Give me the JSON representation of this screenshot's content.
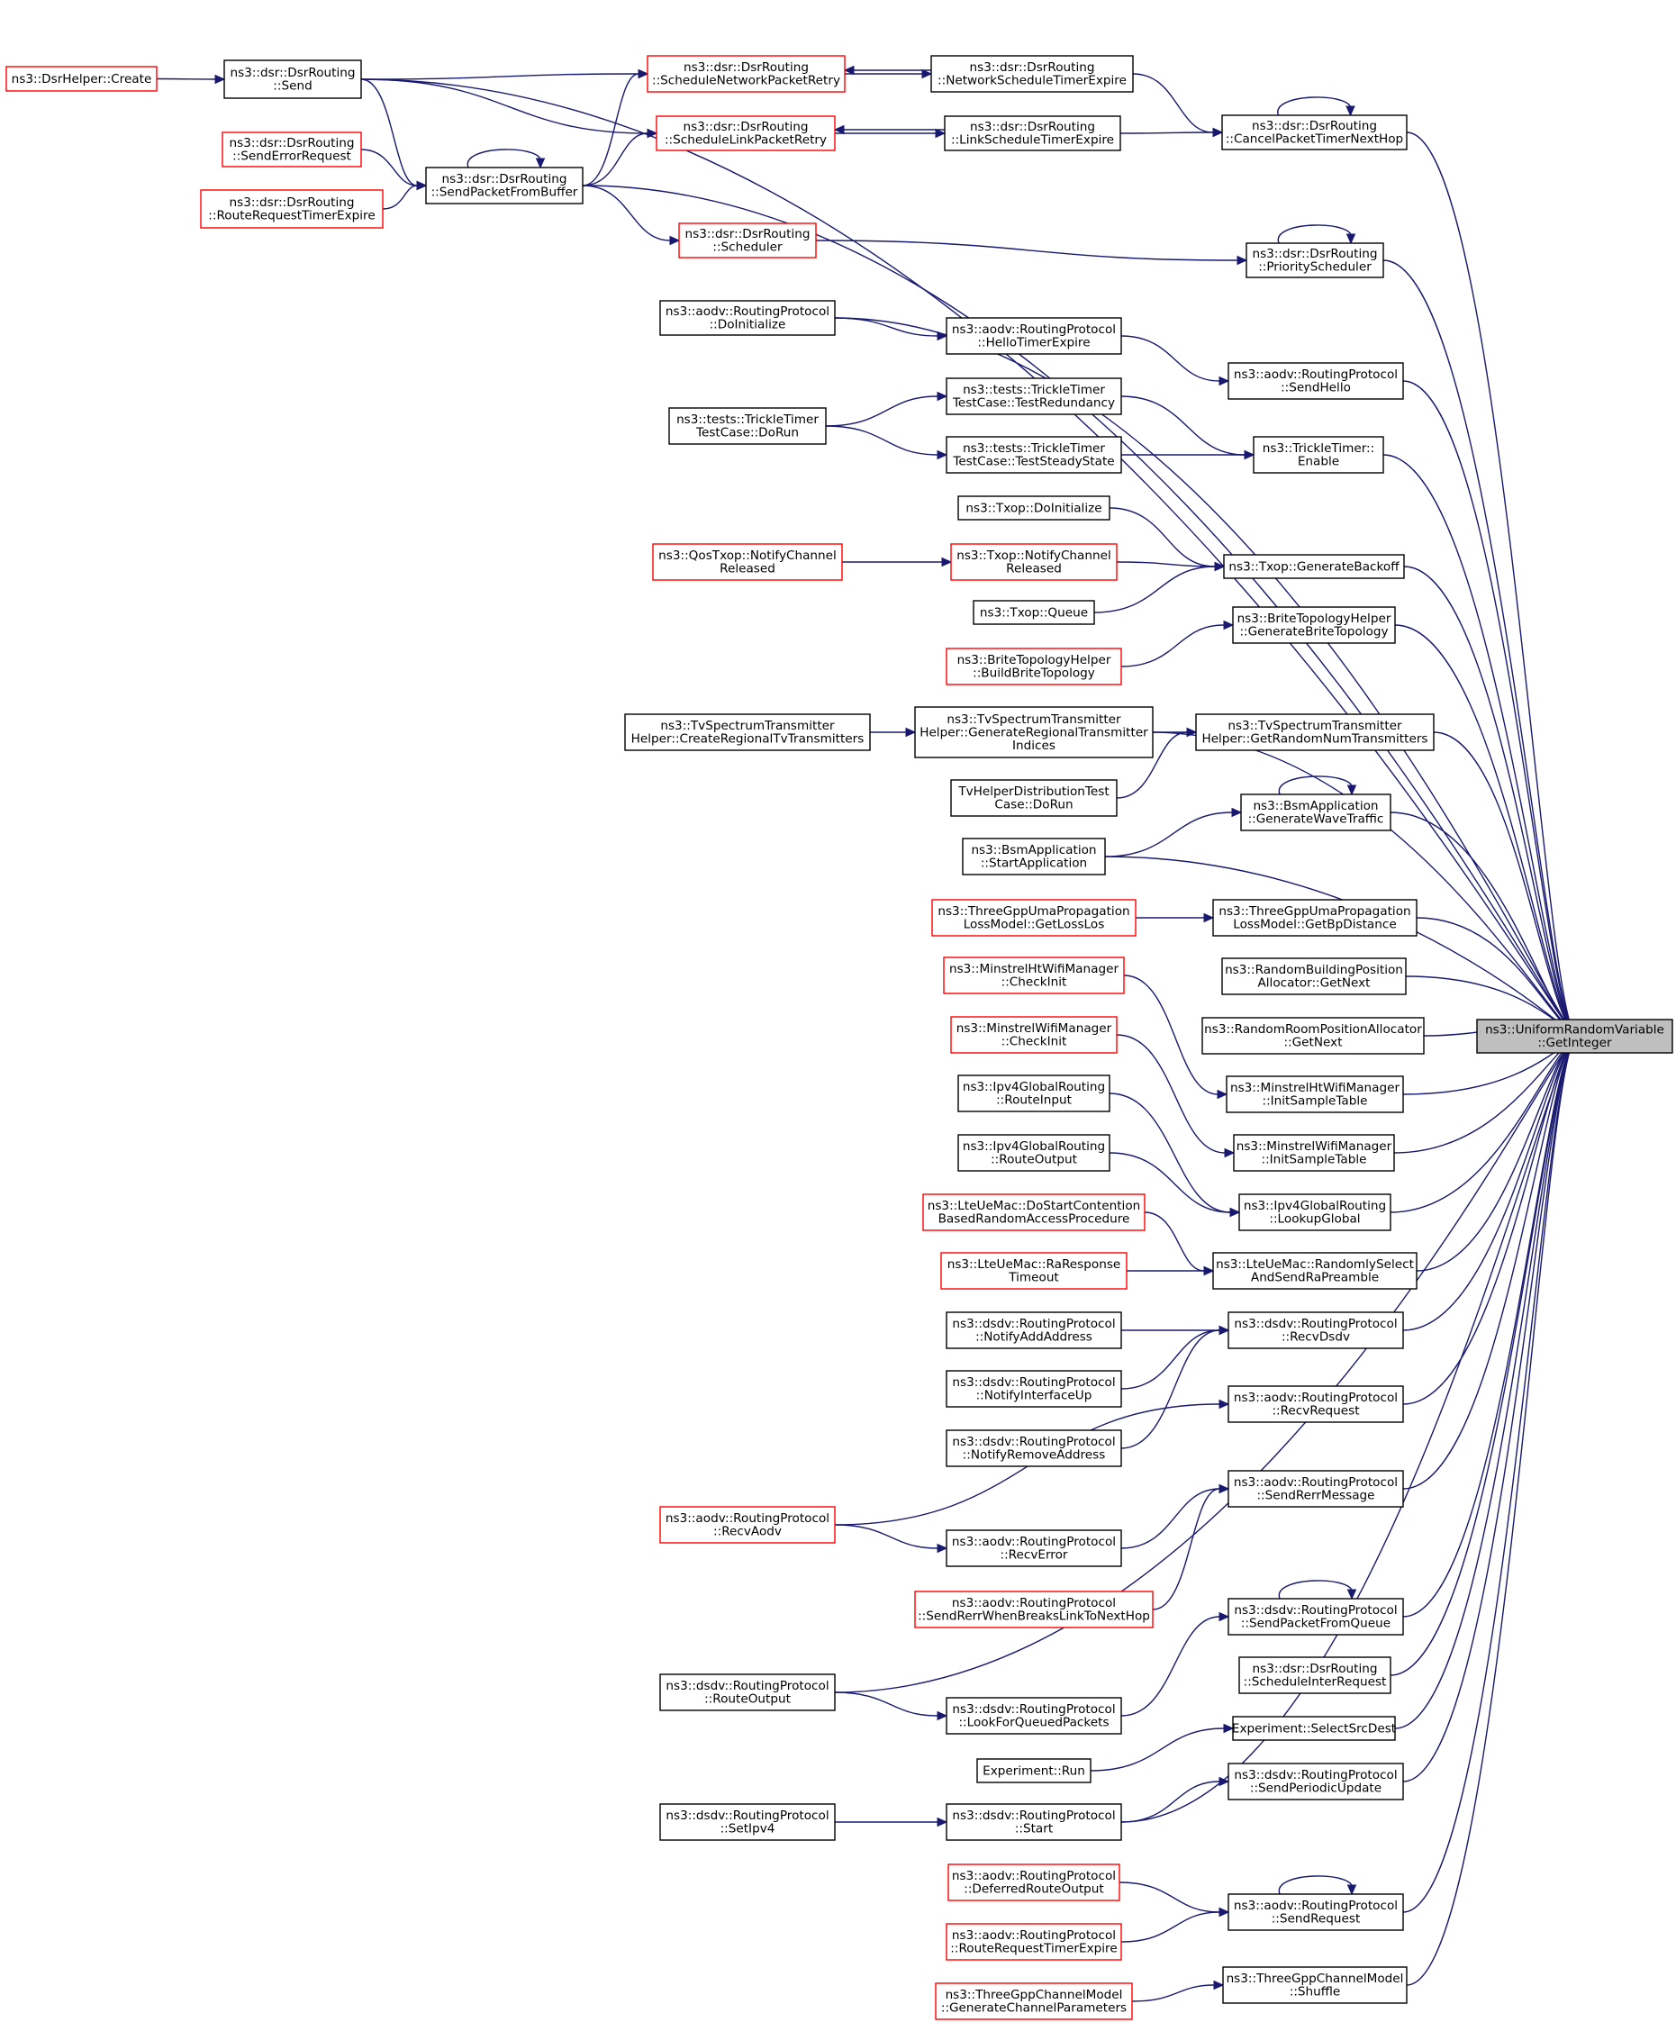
{
  "graph": {
    "title": "",
    "nodes": {
      "target": {
        "lines": [
          "ns3::UniformRandomVariable",
          "::GetInteger"
        ],
        "color": "black",
        "highlight": true
      },
      "dsrhelper_create": {
        "lines": [
          "ns3::DsrHelper::Create"
        ],
        "color": "red"
      },
      "dsr_send": {
        "lines": [
          "ns3::dsr::DsrRouting",
          "::Send"
        ],
        "color": "black"
      },
      "dsr_senderr": {
        "lines": [
          "ns3::dsr::DsrRouting",
          "::SendErrorRequest"
        ],
        "color": "red"
      },
      "dsr_rrtimer": {
        "lines": [
          "ns3::dsr::DsrRouting",
          "::RouteRequestTimerExpire"
        ],
        "color": "red"
      },
      "dsr_spfb": {
        "lines": [
          "ns3::dsr::DsrRouting",
          "::SendPacketFromBuffer"
        ],
        "color": "black"
      },
      "dsr_snpr": {
        "lines": [
          "ns3::dsr::DsrRouting",
          "::ScheduleNetworkPacketRetry"
        ],
        "color": "red"
      },
      "dsr_slpr": {
        "lines": [
          "ns3::dsr::DsrRouting",
          "::ScheduleLinkPacketRetry"
        ],
        "color": "red"
      },
      "dsr_scheduler": {
        "lines": [
          "ns3::dsr::DsrRouting",
          "::Scheduler"
        ],
        "color": "red"
      },
      "dsr_nste": {
        "lines": [
          "ns3::dsr::DsrRouting",
          "::NetworkScheduleTimerExpire"
        ],
        "color": "black"
      },
      "dsr_lste": {
        "lines": [
          "ns3::dsr::DsrRouting",
          "::LinkScheduleTimerExpire"
        ],
        "color": "black"
      },
      "dsr_cptnh": {
        "lines": [
          "ns3::dsr::DsrRouting",
          "::CancelPacketTimerNextHop"
        ],
        "color": "black"
      },
      "dsr_prio": {
        "lines": [
          "ns3::dsr::DsrRouting",
          "::PriorityScheduler"
        ],
        "color": "black"
      },
      "aodv_doinit": {
        "lines": [
          "ns3::aodv::RoutingProtocol",
          "::DoInitialize"
        ],
        "color": "black"
      },
      "aodv_hte": {
        "lines": [
          "ns3::aodv::RoutingProtocol",
          "::HelloTimerExpire"
        ],
        "color": "black"
      },
      "aodv_sendhello": {
        "lines": [
          "ns3::aodv::RoutingProtocol",
          "::SendHello"
        ],
        "color": "black"
      },
      "tt_dorun": {
        "lines": [
          "ns3::tests::TrickleTimer",
          "TestCase::DoRun"
        ],
        "color": "black"
      },
      "tt_red": {
        "lines": [
          "ns3::tests::TrickleTimer",
          "TestCase::TestRedundancy"
        ],
        "color": "black"
      },
      "tt_steady": {
        "lines": [
          "ns3::tests::TrickleTimer",
          "TestCase::TestSteadyState"
        ],
        "color": "black"
      },
      "tt_enable": {
        "lines": [
          "ns3::TrickleTimer::",
          "Enable"
        ],
        "color": "black"
      },
      "txop_doinit": {
        "lines": [
          "ns3::Txop::DoInitialize"
        ],
        "color": "black"
      },
      "qostxop_ncr": {
        "lines": [
          "ns3::QosTxop::NotifyChannel",
          "Released"
        ],
        "color": "red"
      },
      "txop_ncr": {
        "lines": [
          "ns3::Txop::NotifyChannel",
          "Released"
        ],
        "color": "red"
      },
      "txop_queue": {
        "lines": [
          "ns3::Txop::Queue"
        ],
        "color": "black"
      },
      "txop_gb": {
        "lines": [
          "ns3::Txop::GenerateBackoff"
        ],
        "color": "black"
      },
      "brite_build": {
        "lines": [
          "ns3::BriteTopologyHelper",
          "::BuildBriteTopology"
        ],
        "color": "red"
      },
      "brite_gen": {
        "lines": [
          "ns3::BriteTopologyHelper",
          "::GenerateBriteTopology"
        ],
        "color": "black"
      },
      "tv_create": {
        "lines": [
          "ns3::TvSpectrumTransmitter",
          "Helper::CreateRegionalTvTransmitters"
        ],
        "color": "black"
      },
      "tv_genreg": {
        "lines": [
          "ns3::TvSpectrumTransmitter",
          "Helper::GenerateRegionalTransmitter",
          "Indices"
        ],
        "color": "black"
      },
      "tv_getrand": {
        "lines": [
          "ns3::TvSpectrumTransmitter",
          "Helper::GetRandomNumTransmitters"
        ],
        "color": "black"
      },
      "tv_distdorun": {
        "lines": [
          "TvHelperDistributionTest",
          "Case::DoRun"
        ],
        "color": "black"
      },
      "bsm_start": {
        "lines": [
          "ns3::BsmApplication",
          "::StartApplication"
        ],
        "color": "black"
      },
      "bsm_gwt": {
        "lines": [
          "ns3::BsmApplication",
          "::GenerateWaveTraffic"
        ],
        "color": "black"
      },
      "uma_getlos": {
        "lines": [
          "ns3::ThreeGppUmaPropagation",
          "LossModel::GetLossLos"
        ],
        "color": "red"
      },
      "uma_getbp": {
        "lines": [
          "ns3::ThreeGppUmaPropagation",
          "LossModel::GetBpDistance"
        ],
        "color": "black"
      },
      "rbpa_next": {
        "lines": [
          "ns3::RandomBuildingPosition",
          "Allocator::GetNext"
        ],
        "color": "black"
      },
      "rrpa_next": {
        "lines": [
          "ns3::RandomRoomPositionAllocator",
          "::GetNext"
        ],
        "color": "black"
      },
      "mht_check": {
        "lines": [
          "ns3::MinstrelHtWifiManager",
          "::CheckInit"
        ],
        "color": "red"
      },
      "mw_check": {
        "lines": [
          "ns3::MinstrelWifiManager",
          "::CheckInit"
        ],
        "color": "red"
      },
      "mht_init": {
        "lines": [
          "ns3::MinstrelHtWifiManager",
          "::InitSampleTable"
        ],
        "color": "black"
      },
      "mw_init": {
        "lines": [
          "ns3::MinstrelWifiManager",
          "::InitSampleTable"
        ],
        "color": "black"
      },
      "ipv4_rin": {
        "lines": [
          "ns3::Ipv4GlobalRouting",
          "::RouteInput"
        ],
        "color": "black"
      },
      "ipv4_rout": {
        "lines": [
          "ns3::Ipv4GlobalRouting",
          "::RouteOutput"
        ],
        "color": "black"
      },
      "ipv4_lookup": {
        "lines": [
          "ns3::Ipv4GlobalRouting",
          "::LookupGlobal"
        ],
        "color": "black"
      },
      "lte_dsc": {
        "lines": [
          "ns3::LteUeMac::DoStartContention",
          "BasedRandomAccessProcedure"
        ],
        "color": "red"
      },
      "lte_rrt": {
        "lines": [
          "ns3::LteUeMac::RaResponse",
          "Timeout"
        ],
        "color": "red"
      },
      "lte_rsa": {
        "lines": [
          "ns3::LteUeMac::RandomlySelect",
          "AndSendRaPreamble"
        ],
        "color": "black"
      },
      "dsdv_naa": {
        "lines": [
          "ns3::dsdv::RoutingProtocol",
          "::NotifyAddAddress"
        ],
        "color": "black"
      },
      "dsdv_niu": {
        "lines": [
          "ns3::dsdv::RoutingProtocol",
          "::NotifyInterfaceUp"
        ],
        "color": "black"
      },
      "dsdv_nra": {
        "lines": [
          "ns3::dsdv::RoutingProtocol",
          "::NotifyRemoveAddress"
        ],
        "color": "black"
      },
      "dsdv_recv": {
        "lines": [
          "ns3::dsdv::RoutingProtocol",
          "::RecvDsdv"
        ],
        "color": "black"
      },
      "aodv_recvreq": {
        "lines": [
          "ns3::aodv::RoutingProtocol",
          "::RecvRequest"
        ],
        "color": "black"
      },
      "aodv_recvaodv": {
        "lines": [
          "ns3::aodv::RoutingProtocol",
          "::RecvAodv"
        ],
        "color": "red"
      },
      "aodv_recverr": {
        "lines": [
          "ns3::aodv::RoutingProtocol",
          "::RecvError"
        ],
        "color": "black"
      },
      "aodv_swbl": {
        "lines": [
          "ns3::aodv::RoutingProtocol",
          "::SendRerrWhenBreaksLinkToNextHop"
        ],
        "color": "red"
      },
      "aodv_srerr": {
        "lines": [
          "ns3::aodv::RoutingProtocol",
          "::SendRerrMessage"
        ],
        "color": "black"
      },
      "dsdv_rout": {
        "lines": [
          "ns3::dsdv::RoutingProtocol",
          "::RouteOutput"
        ],
        "color": "black"
      },
      "dsdv_lfqp": {
        "lines": [
          "ns3::dsdv::RoutingProtocol",
          "::LookForQueuedPackets"
        ],
        "color": "black"
      },
      "dsdv_spfq": {
        "lines": [
          "ns3::dsdv::RoutingProtocol",
          "::SendPacketFromQueue"
        ],
        "color": "black"
      },
      "dsr_sir": {
        "lines": [
          "ns3::dsr::DsrRouting",
          "::ScheduleInterRequest"
        ],
        "color": "black"
      },
      "exp_ssd": {
        "lines": [
          "Experiment::SelectSrcDest"
        ],
        "color": "black"
      },
      "exp_run": {
        "lines": [
          "Experiment::Run"
        ],
        "color": "black"
      },
      "dsdv_setipv4": {
        "lines": [
          "ns3::dsdv::RoutingProtocol",
          "::SetIpv4"
        ],
        "color": "black"
      },
      "dsdv_start": {
        "lines": [
          "ns3::dsdv::RoutingProtocol",
          "::Start"
        ],
        "color": "black"
      },
      "dsdv_spu": {
        "lines": [
          "ns3::dsdv::RoutingProtocol",
          "::SendPeriodicUpdate"
        ],
        "color": "black"
      },
      "aodv_dro": {
        "lines": [
          "ns3::aodv::RoutingProtocol",
          "::DeferredRouteOutput"
        ],
        "color": "red"
      },
      "aodv_rrte": {
        "lines": [
          "ns3::aodv::RoutingProtocol",
          "::RouteRequestTimerExpire"
        ],
        "color": "red"
      },
      "aodv_sendreq": {
        "lines": [
          "ns3::aodv::RoutingProtocol",
          "::SendRequest"
        ],
        "color": "black"
      },
      "tgcm_gcp": {
        "lines": [
          "ns3::ThreeGppChannelModel",
          "::GenerateChannelParameters"
        ],
        "color": "red"
      },
      "tgcm_shuffle": {
        "lines": [
          "ns3::ThreeGppChannelModel",
          "::Shuffle"
        ],
        "color": "black"
      }
    },
    "edges": [
      [
        "dsrhelper_create",
        "dsr_send"
      ],
      [
        "dsr_send",
        "dsr_snpr"
      ],
      [
        "dsr_send",
        "dsr_slpr"
      ],
      [
        "dsr_send",
        "dsr_spfb"
      ],
      [
        "dsr_senderr",
        "dsr_spfb"
      ],
      [
        "dsr_rrtimer",
        "dsr_spfb"
      ],
      [
        "dsr_spfb",
        "dsr_spfb"
      ],
      [
        "dsr_spfb",
        "dsr_snpr"
      ],
      [
        "dsr_spfb",
        "dsr_slpr"
      ],
      [
        "dsr_spfb",
        "dsr_scheduler"
      ],
      [
        "dsr_snpr",
        "dsr_nste"
      ],
      [
        "dsr_nste",
        "dsr_snpr"
      ],
      [
        "dsr_slpr",
        "dsr_lste"
      ],
      [
        "dsr_lste",
        "dsr_slpr"
      ],
      [
        "dsr_nste",
        "dsr_cptnh"
      ],
      [
        "dsr_lste",
        "dsr_cptnh"
      ],
      [
        "dsr_cptnh",
        "dsr_cptnh"
      ],
      [
        "dsr_scheduler",
        "dsr_prio"
      ],
      [
        "dsr_prio",
        "dsr_prio"
      ],
      [
        "aodv_doinit",
        "aodv_hte"
      ],
      [
        "aodv_hte",
        "aodv_sendhello"
      ],
      [
        "tt_dorun",
        "tt_red"
      ],
      [
        "tt_dorun",
        "tt_steady"
      ],
      [
        "tt_red",
        "tt_enable"
      ],
      [
        "tt_steady",
        "tt_enable"
      ],
      [
        "txop_doinit",
        "txop_gb"
      ],
      [
        "qostxop_ncr",
        "txop_ncr"
      ],
      [
        "txop_ncr",
        "txop_gb"
      ],
      [
        "txop_queue",
        "txop_gb"
      ],
      [
        "brite_build",
        "brite_gen"
      ],
      [
        "tv_create",
        "tv_genreg"
      ],
      [
        "tv_genreg",
        "tv_getrand"
      ],
      [
        "tv_distdorun",
        "tv_getrand"
      ],
      [
        "bsm_start",
        "bsm_gwt"
      ],
      [
        "bsm_gwt",
        "bsm_gwt"
      ],
      [
        "uma_getlos",
        "uma_getbp"
      ],
      [
        "mht_check",
        "mht_init"
      ],
      [
        "mw_check",
        "mw_init"
      ],
      [
        "ipv4_rin",
        "ipv4_lookup"
      ],
      [
        "ipv4_rout",
        "ipv4_lookup"
      ],
      [
        "lte_dsc",
        "lte_rsa"
      ],
      [
        "lte_rrt",
        "lte_rsa"
      ],
      [
        "dsdv_naa",
        "dsdv_recv"
      ],
      [
        "dsdv_niu",
        "dsdv_recv"
      ],
      [
        "dsdv_nra",
        "dsdv_recv"
      ],
      [
        "aodv_recvaodv",
        "aodv_recvreq"
      ],
      [
        "aodv_recvaodv",
        "aodv_recverr"
      ],
      [
        "aodv_recverr",
        "aodv_srerr"
      ],
      [
        "aodv_swbl",
        "aodv_srerr"
      ],
      [
        "dsdv_rout",
        "dsdv_lfqp"
      ],
      [
        "dsdv_lfqp",
        "dsdv_spfq"
      ],
      [
        "dsdv_spfq",
        "dsdv_spfq"
      ],
      [
        "exp_run",
        "exp_ssd"
      ],
      [
        "dsdv_setipv4",
        "dsdv_start"
      ],
      [
        "dsdv_start",
        "dsdv_spu"
      ],
      [
        "aodv_dro",
        "aodv_sendreq"
      ],
      [
        "aodv_rrte",
        "aodv_sendreq"
      ],
      [
        "aodv_sendreq",
        "aodv_sendreq"
      ],
      [
        "tgcm_gcp",
        "tgcm_shuffle"
      ],
      [
        "dsr_send",
        "target"
      ],
      [
        "dsr_spfb",
        "target"
      ],
      [
        "dsr_cptnh",
        "target"
      ],
      [
        "dsr_prio",
        "target"
      ],
      [
        "aodv_doinit",
        "target"
      ],
      [
        "aodv_sendhello",
        "target"
      ],
      [
        "tt_enable",
        "target"
      ],
      [
        "txop_gb",
        "target"
      ],
      [
        "brite_gen",
        "target"
      ],
      [
        "tv_genreg",
        "target"
      ],
      [
        "tv_getrand",
        "target"
      ],
      [
        "bsm_gwt",
        "target"
      ],
      [
        "bsm_start",
        "target"
      ],
      [
        "uma_getbp",
        "target"
      ],
      [
        "rbpa_next",
        "target"
      ],
      [
        "rrpa_next",
        "target"
      ],
      [
        "mht_init",
        "target"
      ],
      [
        "mw_init",
        "target"
      ],
      [
        "ipv4_lookup",
        "target"
      ],
      [
        "lte_rsa",
        "target"
      ],
      [
        "dsdv_recv",
        "target"
      ],
      [
        "aodv_recvreq",
        "target"
      ],
      [
        "aodv_srerr",
        "target"
      ],
      [
        "dsdv_rout",
        "target"
      ],
      [
        "dsdv_spfq",
        "target"
      ],
      [
        "dsr_sir",
        "target"
      ],
      [
        "exp_ssd",
        "target"
      ],
      [
        "dsdv_spu",
        "target"
      ],
      [
        "dsdv_start",
        "target"
      ],
      [
        "aodv_sendreq",
        "target"
      ],
      [
        "tgcm_shuffle",
        "target"
      ]
    ]
  }
}
